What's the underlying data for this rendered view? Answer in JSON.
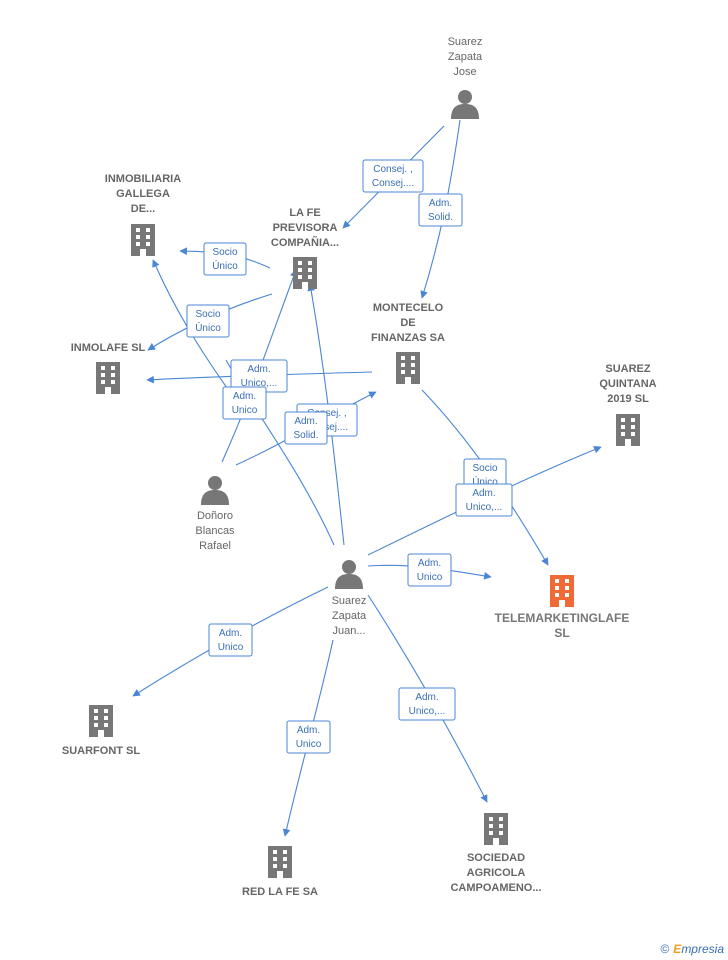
{
  "colors": {
    "edge": "#4a86d4",
    "node": "#777777",
    "highlight": "#f06a35"
  },
  "nodes": [
    {
      "id": "sz_jose",
      "type": "person",
      "label": [
        "Suarez",
        "Zapata",
        "Jose"
      ]
    },
    {
      "id": "inmobiliaria",
      "type": "company",
      "label": [
        "INMOBILIARIA",
        "GALLEGA",
        "DE..."
      ]
    },
    {
      "id": "lafe",
      "type": "company",
      "label": [
        "LA FE",
        "PREVISORA",
        "COMPAÑIA..."
      ]
    },
    {
      "id": "montecelo",
      "type": "company",
      "label": [
        "MONTECELO",
        "DE",
        "FINANZAS SA"
      ]
    },
    {
      "id": "inmolafe",
      "type": "company",
      "label": [
        "INMOLAFE  SL"
      ]
    },
    {
      "id": "quintana",
      "type": "company",
      "label": [
        "SUAREZ",
        "QUINTANA",
        "2019  SL"
      ]
    },
    {
      "id": "donoro",
      "type": "person",
      "label": [
        "Doñoro",
        "Blancas",
        "Rafael"
      ]
    },
    {
      "id": "sz_juan",
      "type": "person",
      "label": [
        "Suarez",
        "Zapata",
        "Juan..."
      ]
    },
    {
      "id": "telemarketing",
      "type": "company",
      "highlight": true,
      "label": [
        "TELEMARKETINGLAFE",
        "SL"
      ]
    },
    {
      "id": "suarfont",
      "type": "company",
      "label": [
        "SUARFONT SL"
      ]
    },
    {
      "id": "redlafe",
      "type": "company",
      "label": [
        "RED LA FE SA"
      ]
    },
    {
      "id": "sociedad",
      "type": "company",
      "label": [
        "SOCIEDAD",
        "AGRICOLA",
        "CAMPOAMENO..."
      ]
    }
  ],
  "edge_labels": [
    {
      "id": "e1",
      "lines": [
        "Consej. ,",
        "Consej...."
      ]
    },
    {
      "id": "e2",
      "lines": [
        "Adm.",
        "Solid."
      ]
    },
    {
      "id": "e3",
      "lines": [
        "Socio",
        "Único"
      ]
    },
    {
      "id": "e4",
      "lines": [
        "Socio",
        "Único"
      ]
    },
    {
      "id": "e5",
      "lines": [
        "Adm.",
        "Unico,..."
      ]
    },
    {
      "id": "e6",
      "lines": [
        "Adm.",
        "Unico"
      ]
    },
    {
      "id": "e7",
      "lines": [
        "Consej. ,",
        "Consej...."
      ]
    },
    {
      "id": "e8",
      "lines": [
        "Adm.",
        "Solid."
      ]
    },
    {
      "id": "e9",
      "lines": [
        "Socio",
        "Único"
      ]
    },
    {
      "id": "e10",
      "lines": [
        "Adm.",
        "Unico,..."
      ]
    },
    {
      "id": "e11",
      "lines": [
        "Adm.",
        "Unico"
      ]
    },
    {
      "id": "e12",
      "lines": [
        "Adm.",
        "Unico"
      ]
    },
    {
      "id": "e13",
      "lines": [
        "Adm.",
        "Unico"
      ]
    },
    {
      "id": "e14",
      "lines": [
        "Adm.",
        "Unico,..."
      ]
    }
  ],
  "watermark": {
    "copyright": "©",
    "brand_initial": "E",
    "brand_rest": "mpresia"
  }
}
